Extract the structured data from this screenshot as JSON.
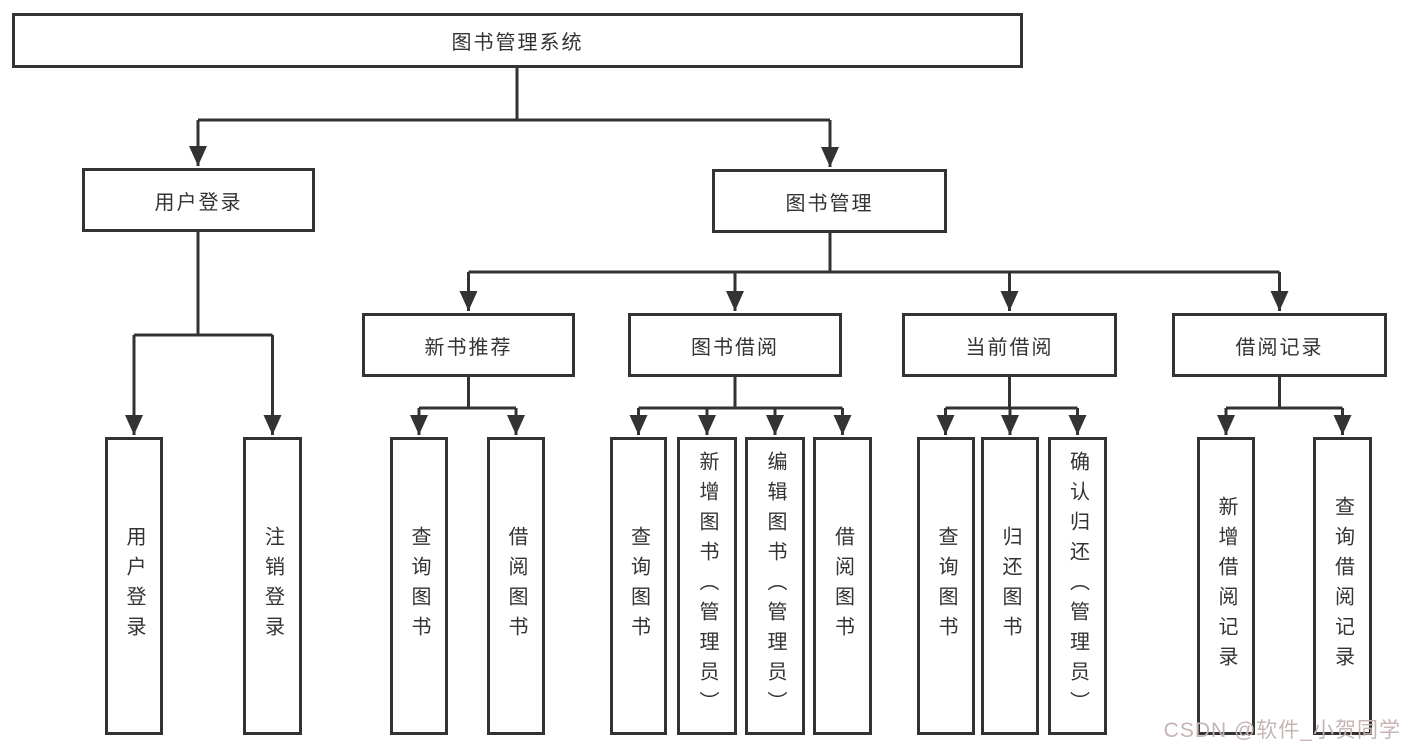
{
  "diagram": {
    "root": {
      "label": "图书管理系统"
    },
    "level1": [
      {
        "label": "用户登录"
      },
      {
        "label": "图书管理"
      }
    ],
    "level2": [
      {
        "label": "新书推荐"
      },
      {
        "label": "图书借阅"
      },
      {
        "label": "当前借阅"
      },
      {
        "label": "借阅记录"
      }
    ],
    "leaves": {
      "user_login": [
        "用户登录",
        "注销登录"
      ],
      "new_book": [
        "查询图书",
        "借阅图书"
      ],
      "book_borrow": [
        "查询图书",
        "新增图书（管理员）",
        "编辑图书（管理员）",
        "借阅图书"
      ],
      "current_borrow": [
        "查询图书",
        "归还图书",
        "确认归还（管理员）"
      ],
      "borrow_records": [
        "新增借阅记录",
        "查询借阅记录"
      ]
    }
  },
  "watermark": {
    "text": "CSDN @软件_小贺同学"
  },
  "colors": {
    "line": "#333333",
    "text": "#333333",
    "node_background": "#ffffff",
    "watermark": "#c6b4b4",
    "background": "#ffffff"
  }
}
